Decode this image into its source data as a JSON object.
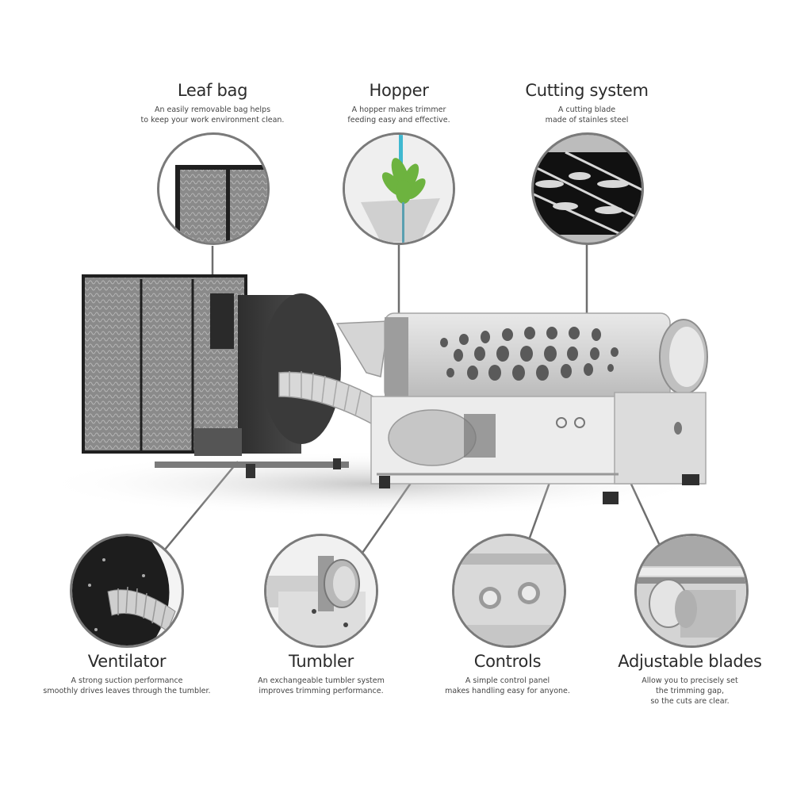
{
  "features_top": [
    {
      "title": "Leaf bag",
      "description": "An easily removable bag helps\nto keep your work environment clean."
    },
    {
      "title": "Hopper",
      "description": "A hopper makes trimmer\nfeeding easy and effective."
    },
    {
      "title": "Cutting system",
      "description": "A cutting blade\nmade of stainles steel"
    }
  ],
  "features_bottom": [
    {
      "title": "Ventilator",
      "description": "A strong suction performance\nsmoothly drives leaves through the tumbler."
    },
    {
      "title": "Tumbler",
      "description": "An exchangeable tumbler system\nimproves trimming performance."
    },
    {
      "title": "Controls",
      "description": "A simple control panel\nmakes handling easy for anyone."
    },
    {
      "title": "Adjustable blades",
      "description": "Allow you to precisely set\nthe trimming gap,\nso the cuts are clear."
    }
  ],
  "colors": {
    "background": "#ffffff",
    "callout_line": "#6e6e6e",
    "circle_border": "#7a7a7a",
    "leaf_green": "#6db33f",
    "hopper_accent": "#3fb8d0",
    "steel": "#c9c9c9"
  }
}
